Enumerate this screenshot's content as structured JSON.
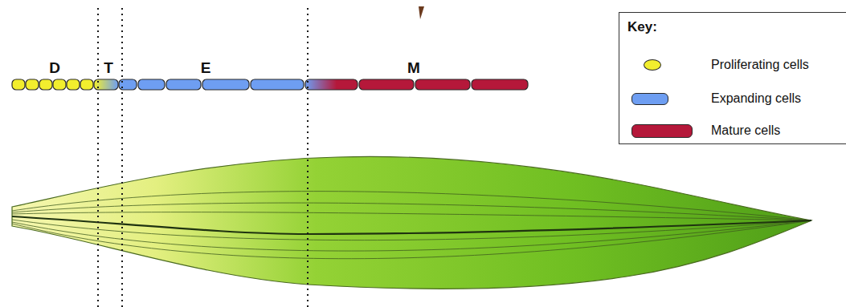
{
  "diagram": {
    "nodes": [
      {
        "text": [
          "Key:"
        ]
      }
    ],
    "labels": [
      "D",
      "T",
      "E",
      "M"
    ],
    "legend": [
      {
        "text": "Proliferating cells",
        "color": "#f2ee2e"
      },
      {
        "text": "Expanding cells",
        "color": "#6e9ef2"
      },
      {
        "text": "Mature cells",
        "color": "#b5183a"
      }
    ]
  }
}
